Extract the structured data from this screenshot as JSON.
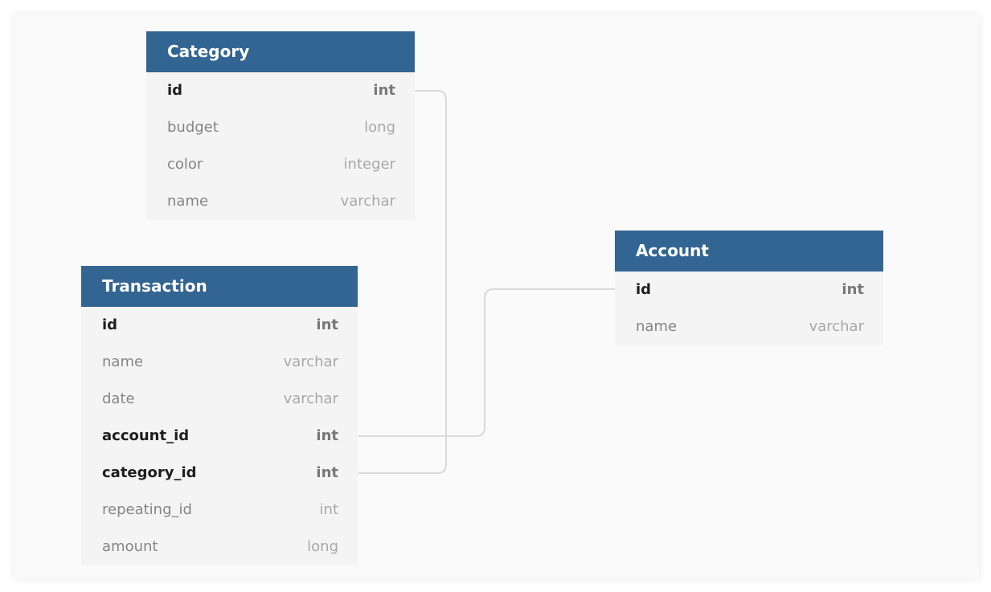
{
  "colors": {
    "header": "#336592",
    "body": "#f4f4f4",
    "connector": "#d9d9d9"
  },
  "tables": {
    "category": {
      "title": "Category",
      "fields": [
        {
          "name": "id",
          "type": "int",
          "key": true
        },
        {
          "name": "budget",
          "type": "long",
          "key": false
        },
        {
          "name": "color",
          "type": "integer",
          "key": false
        },
        {
          "name": "name",
          "type": "varchar",
          "key": false
        }
      ]
    },
    "transaction": {
      "title": "Transaction",
      "fields": [
        {
          "name": "id",
          "type": "int",
          "key": true
        },
        {
          "name": "name",
          "type": "varchar",
          "key": false
        },
        {
          "name": "date",
          "type": "varchar",
          "key": false
        },
        {
          "name": "account_id",
          "type": "int",
          "key": true
        },
        {
          "name": "category_id",
          "type": "int",
          "key": true
        },
        {
          "name": "repeating_id",
          "type": "int",
          "key": false
        },
        {
          "name": "amount",
          "type": "long",
          "key": false
        }
      ]
    },
    "account": {
      "title": "Account",
      "fields": [
        {
          "name": "id",
          "type": "int",
          "key": true
        },
        {
          "name": "name",
          "type": "varchar",
          "key": false
        }
      ]
    }
  },
  "relations": [
    {
      "from": "transaction.category_id",
      "to": "category.id"
    },
    {
      "from": "transaction.account_id",
      "to": "account.id"
    }
  ]
}
